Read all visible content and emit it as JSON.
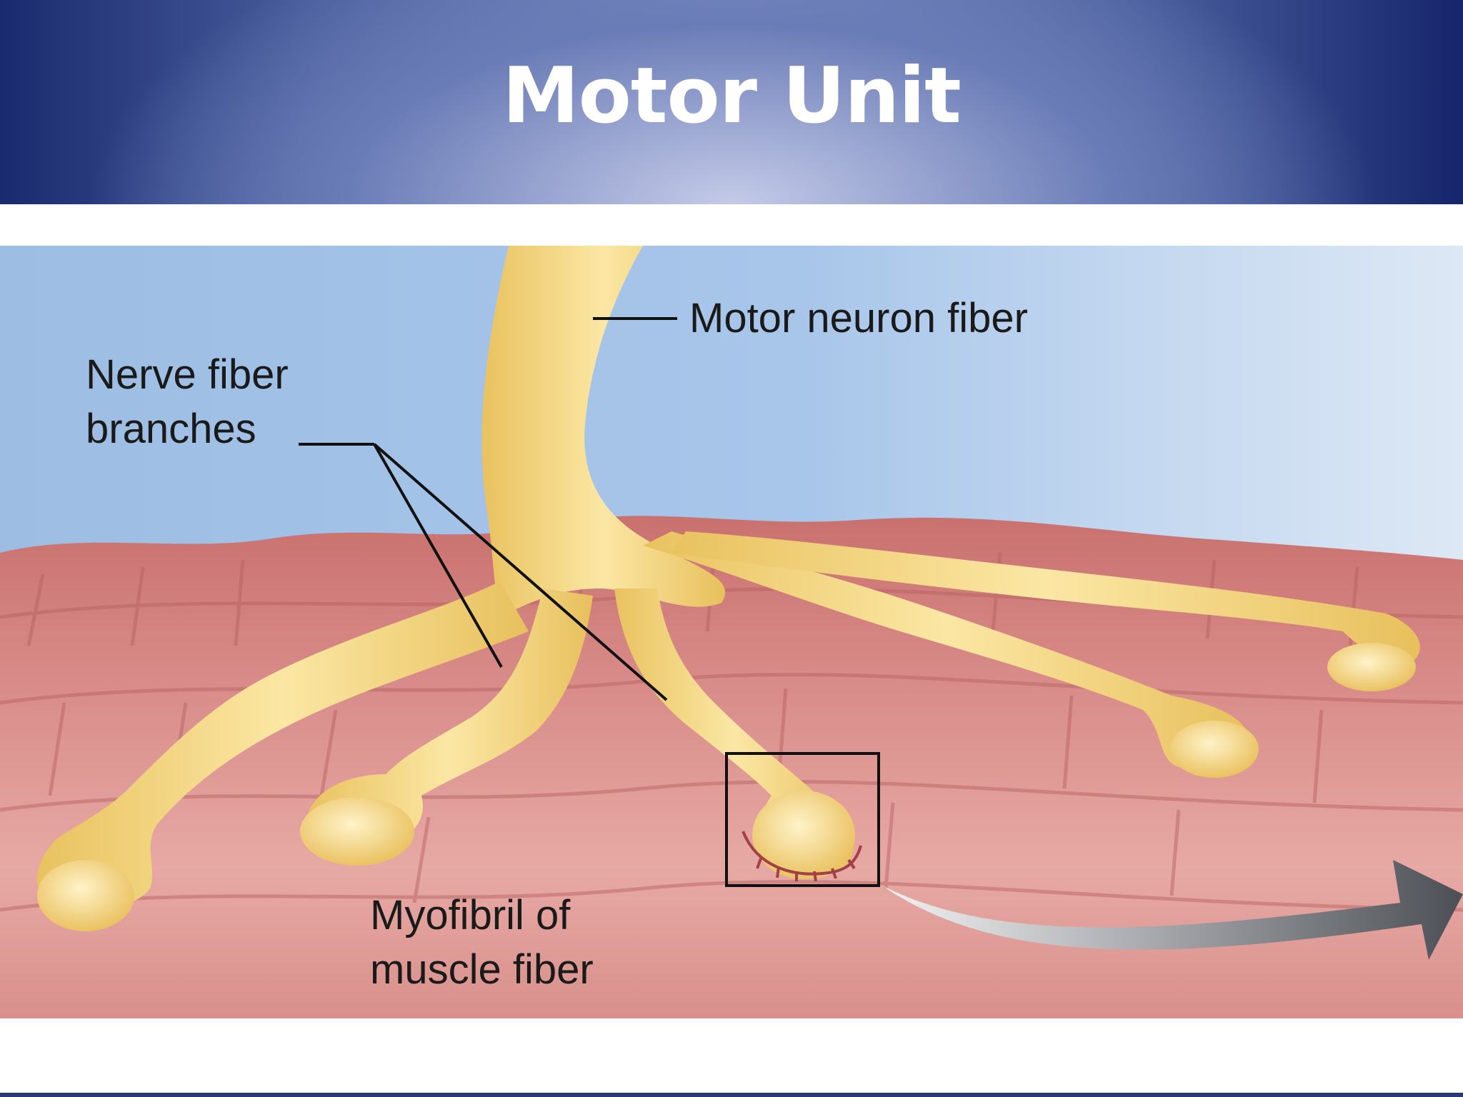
{
  "slide": {
    "title": "Motor Unit"
  },
  "diagram": {
    "labels": {
      "motor_neuron_fiber": "Motor neuron fiber",
      "nerve_fiber_branches_line1": "Nerve fiber",
      "nerve_fiber_branches_line2": "branches",
      "myofibril_line1": "Myofibril of",
      "myofibril_line2": "muscle fiber"
    }
  },
  "colors": {
    "header_dark": "#1a2a6e",
    "header_light": "#c4cbe8",
    "background_sky": "#a7c4e6",
    "muscle": "#d88a88",
    "nerve": "#f2d27a",
    "arrow": "#5a5d63"
  }
}
